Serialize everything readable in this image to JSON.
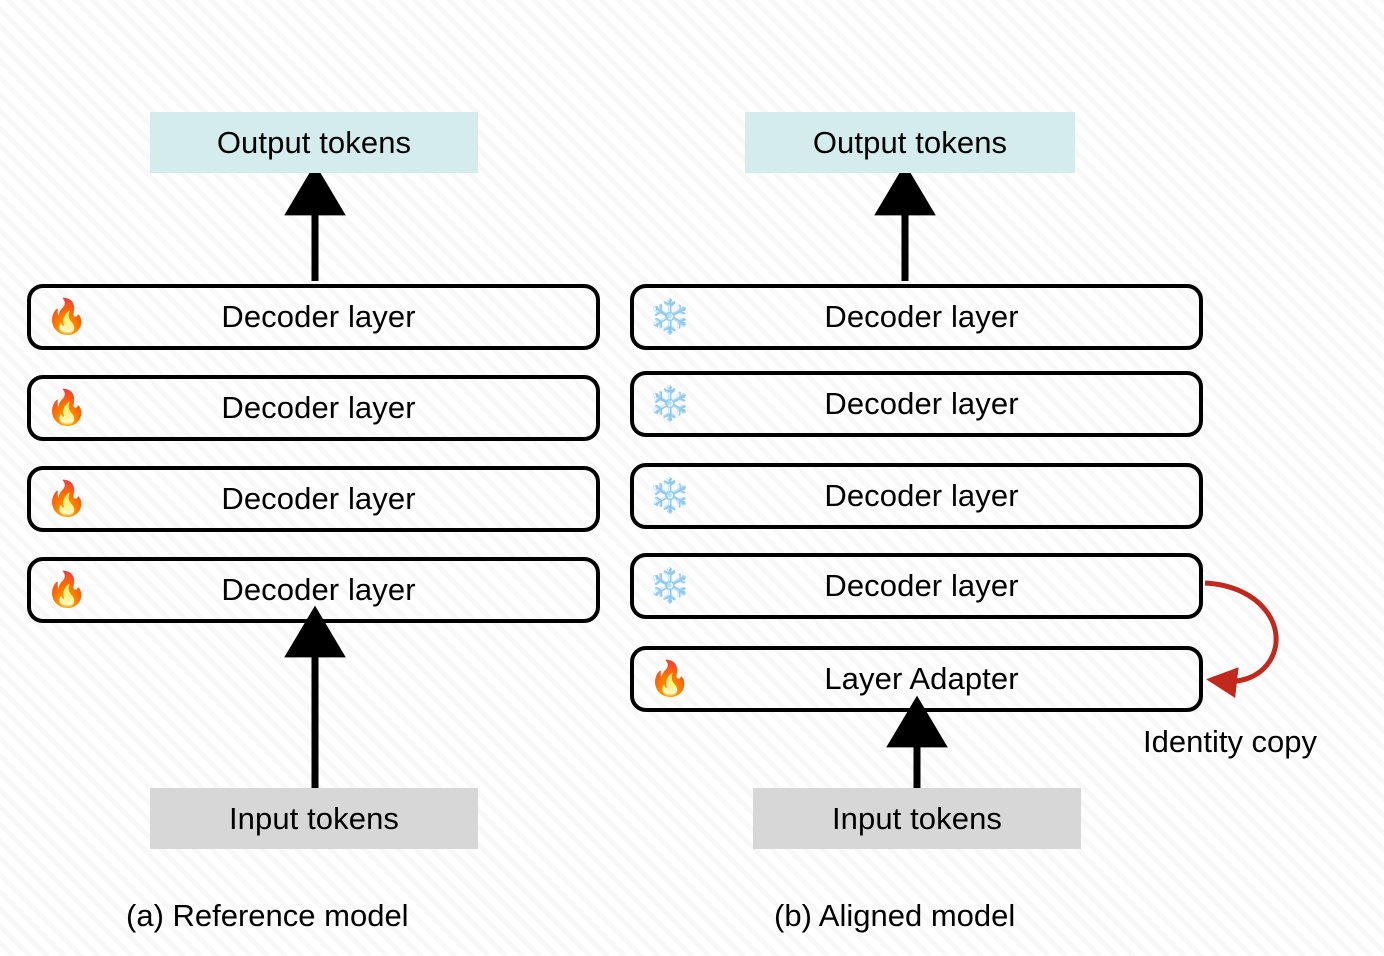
{
  "figure": {
    "background_color": "#ffffff",
    "stripe_color": "#f0f0f0",
    "output_box_color": "#d4ecec",
    "input_box_color": "#d7d7d7",
    "box_border_color": "#000000",
    "arrow_color": "#000000",
    "identity_arrow_color": "#c3281c"
  },
  "panels": [
    {
      "id": "reference",
      "caption": "(a) Reference model",
      "output_tokens": "Output tokens",
      "input_tokens": "Input tokens",
      "layers": [
        {
          "icon": "fire-icon",
          "glyph": "🔥",
          "label": "Decoder layer",
          "state": "trainable"
        },
        {
          "icon": "fire-icon",
          "glyph": "🔥",
          "label": "Decoder layer",
          "state": "trainable"
        },
        {
          "icon": "fire-icon",
          "glyph": "🔥",
          "label": "Decoder layer",
          "state": "trainable"
        },
        {
          "icon": "fire-icon",
          "glyph": "🔥",
          "label": "Decoder layer",
          "state": "trainable"
        }
      ]
    },
    {
      "id": "aligned",
      "caption": "(b) Aligned model",
      "output_tokens": "Output tokens",
      "input_tokens": "Input tokens",
      "identity_copy_label": "Identity copy",
      "layers": [
        {
          "icon": "snowflake-icon",
          "glyph": "❄️",
          "label": "Decoder layer",
          "state": "frozen"
        },
        {
          "icon": "snowflake-icon",
          "glyph": "❄️",
          "label": "Decoder layer",
          "state": "frozen"
        },
        {
          "icon": "snowflake-icon",
          "glyph": "❄️",
          "label": "Decoder layer",
          "state": "frozen"
        },
        {
          "icon": "snowflake-icon",
          "glyph": "❄️",
          "label": "Decoder layer",
          "state": "frozen"
        },
        {
          "icon": "fire-icon",
          "glyph": "🔥",
          "label": "Layer Adapter",
          "state": "trainable"
        }
      ]
    }
  ]
}
